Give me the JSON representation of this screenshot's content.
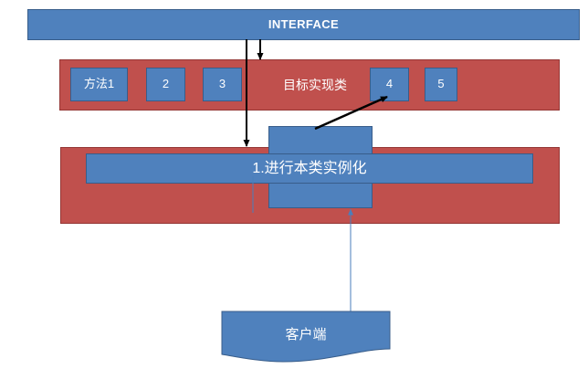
{
  "diagram": {
    "title_bar": {
      "label": "INTERFACE"
    },
    "impl_layer": {
      "label": "目标实现类",
      "methods": [
        {
          "label": "方法1"
        },
        {
          "label": "2"
        },
        {
          "label": "3"
        },
        {
          "label": "4"
        },
        {
          "label": "5"
        }
      ]
    },
    "proxy_layer": {
      "label": "1.进行本类实例化"
    },
    "client": {
      "label": "客户端"
    },
    "colors": {
      "blue_fill": "#4f81bd",
      "blue_stroke": "#385d8a",
      "red_fill": "#c0504d",
      "red_stroke": "#943634",
      "arrow_black": "#000000",
      "arrow_blue": "#4a7ebb",
      "text_light": "#ffffff",
      "background": "#ffffff"
    }
  }
}
